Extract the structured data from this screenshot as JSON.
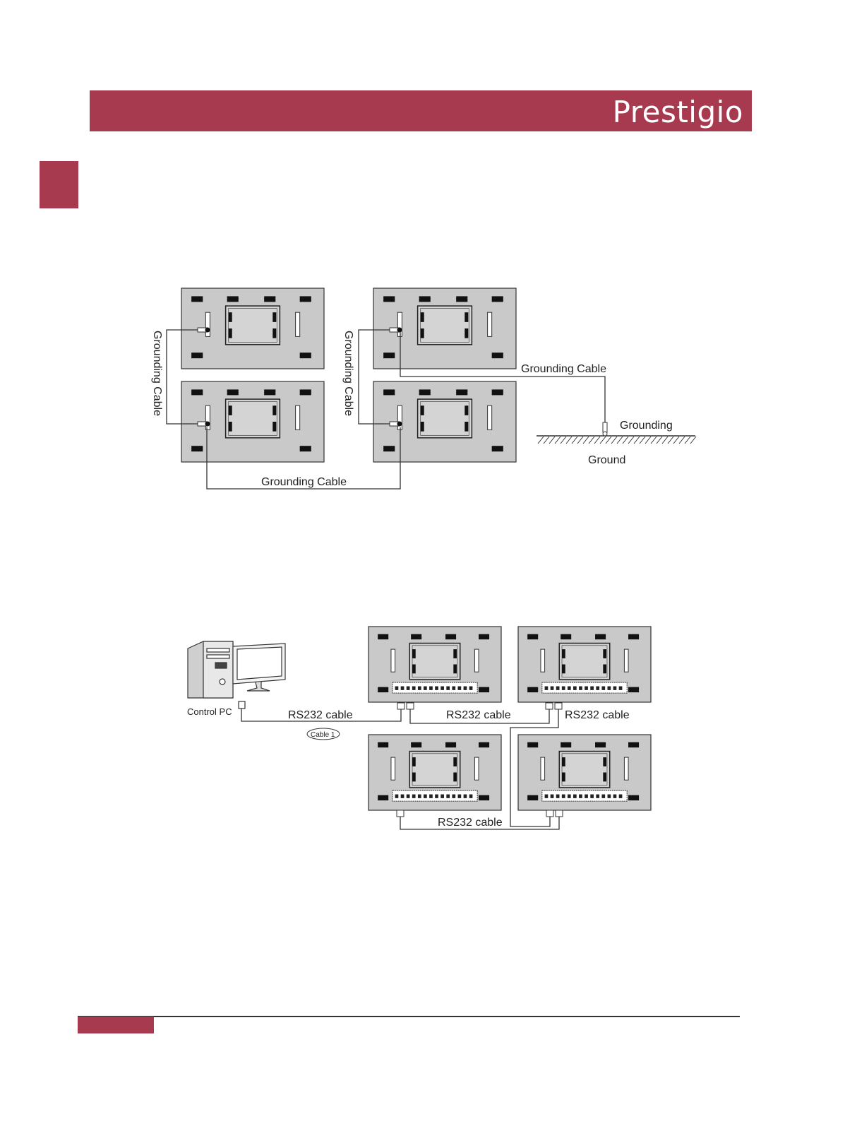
{
  "header": {
    "brand": "Prestigio",
    "accent_color": "#a83a50"
  },
  "grounding_diagram": {
    "left_cable_label": "Grounding Cable",
    "middle_cable_label": "Grounding Cable",
    "right_cable_label": "Grounding Cable",
    "bottom_cable_label": "Grounding Cable",
    "grounding_label": "Grounding",
    "ground_label": "Ground"
  },
  "rs232_diagram": {
    "pc_label": "Control PC",
    "cable_badge": "Cable 1",
    "cable_labels": [
      "RS232 cable",
      "RS232 cable",
      "RS232 cable",
      "RS232 cable"
    ]
  }
}
